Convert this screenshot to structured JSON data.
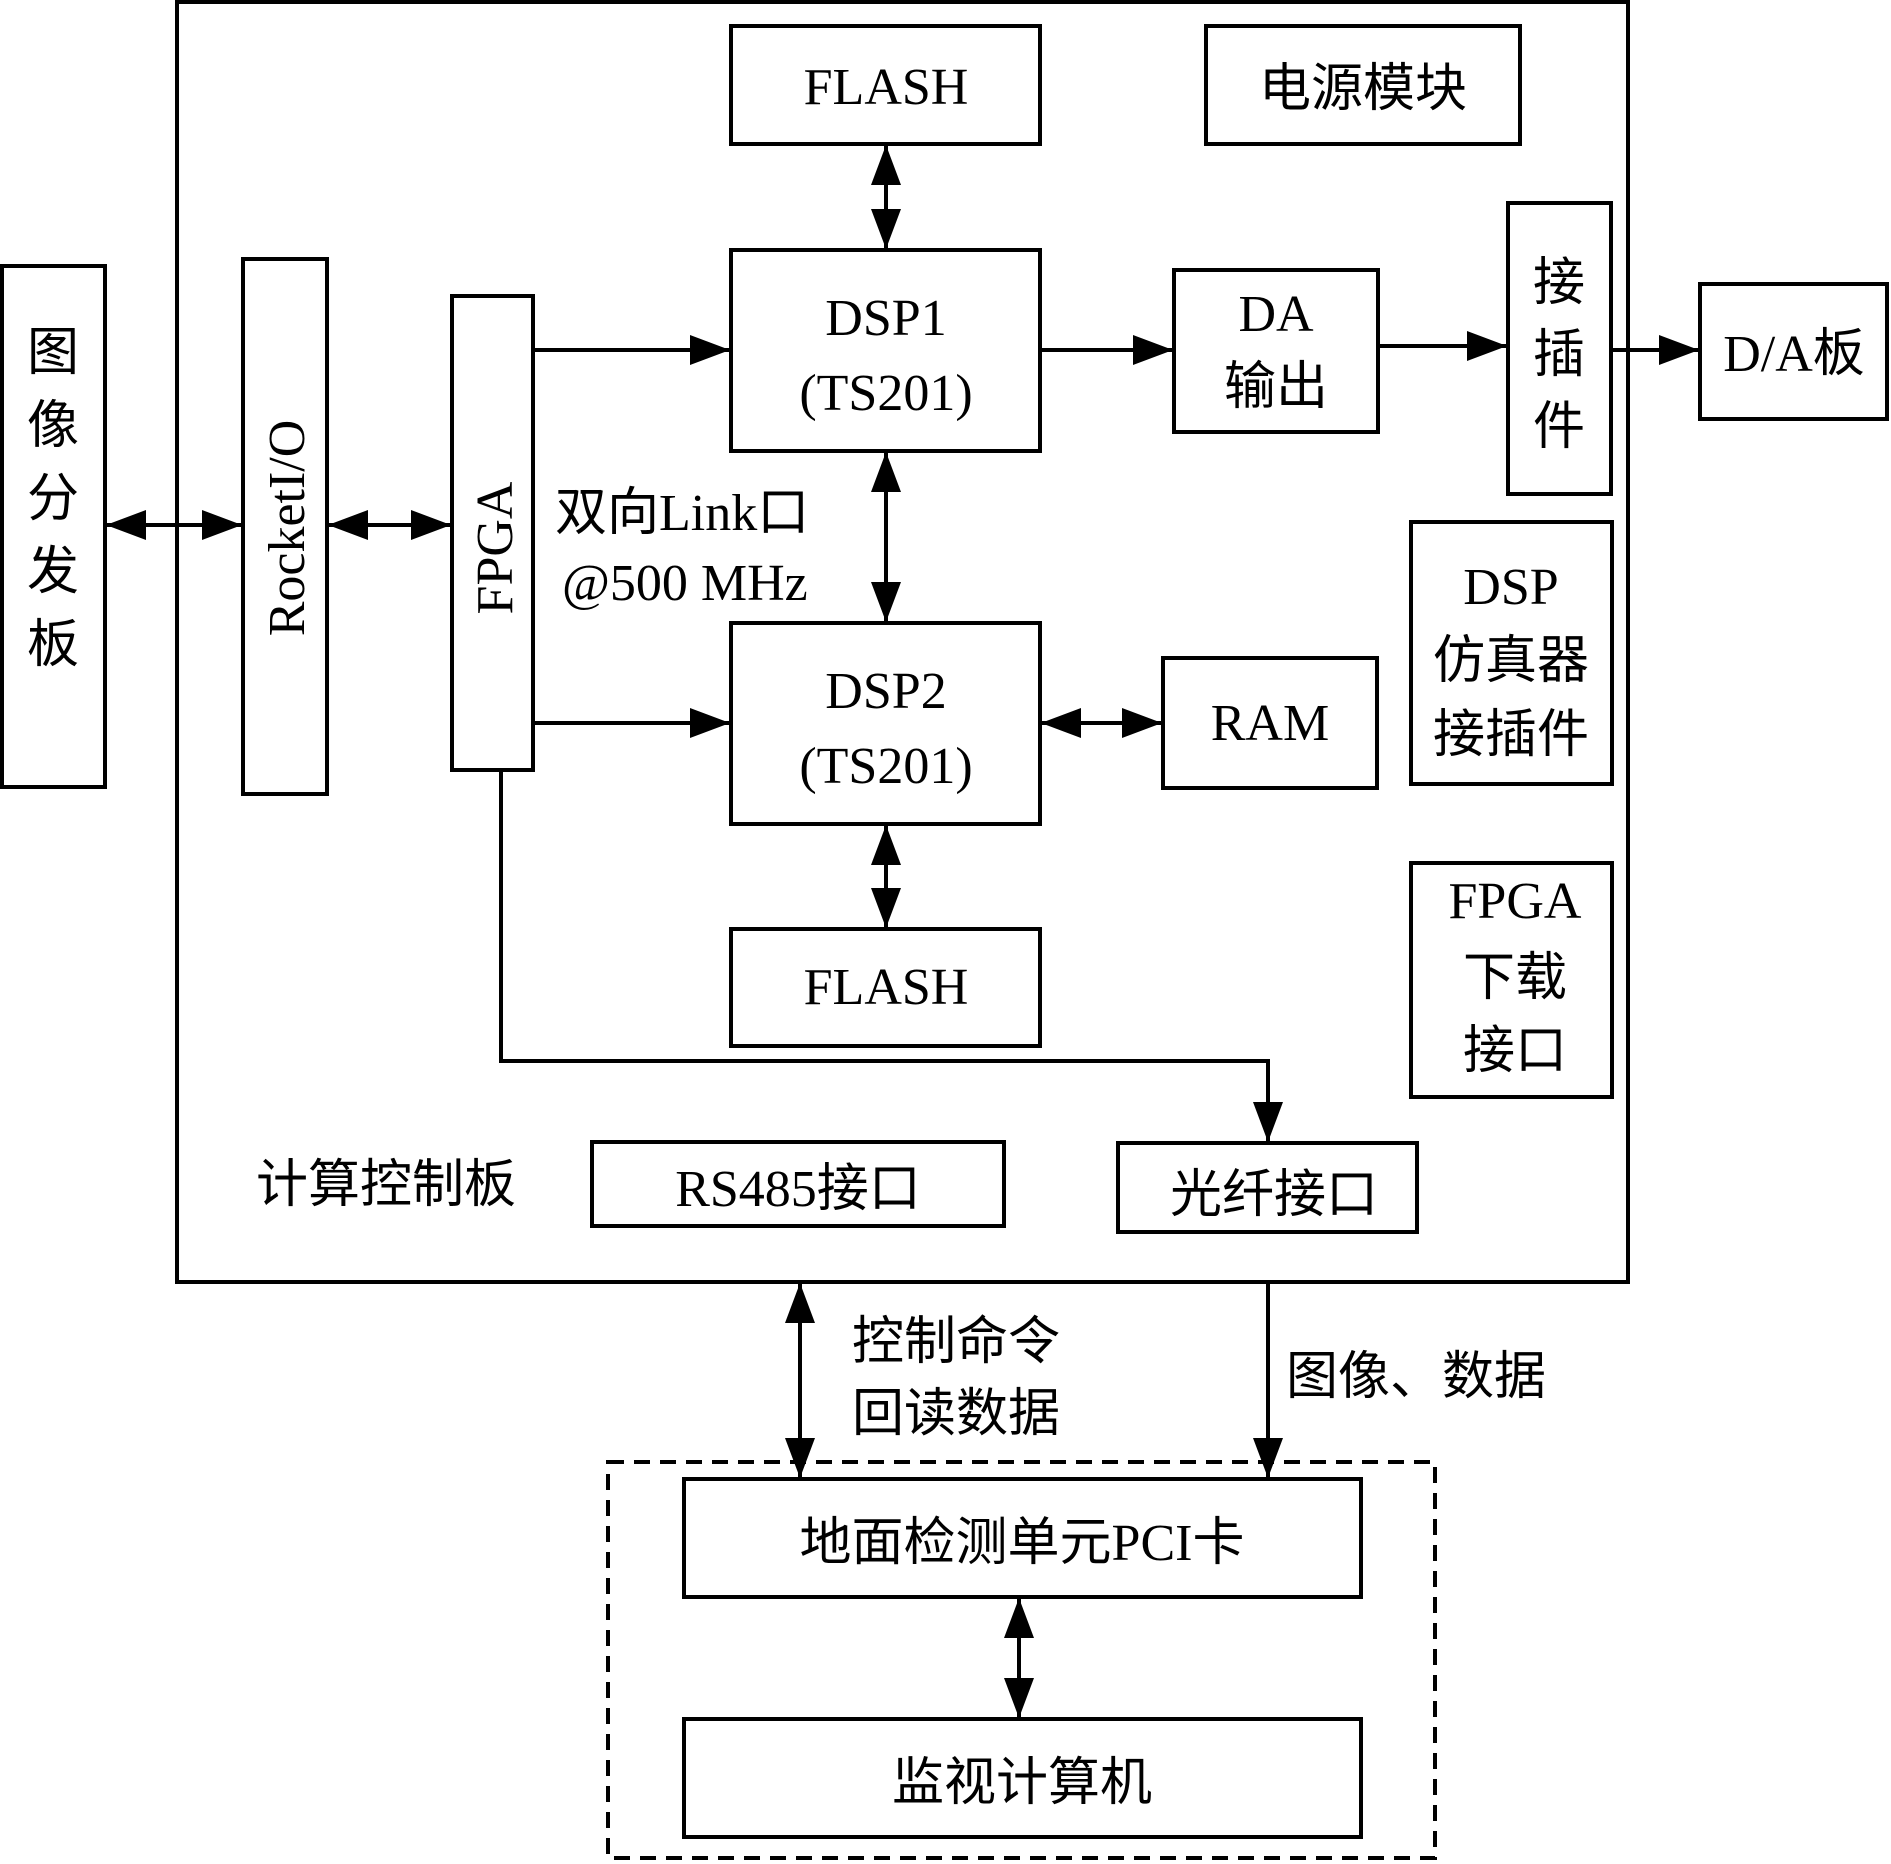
{
  "boards": {
    "image_dist": [
      "图",
      "像",
      "分",
      "发",
      "板"
    ],
    "compute_label": "计算控制板",
    "da_board": "D/A板"
  },
  "blocks": {
    "rocketio": "RocketI/O",
    "fpga": "FPGA",
    "flash_top": "FLASH",
    "flash_bottom": "FLASH",
    "power": "电源模块",
    "dsp1": [
      "DSP1",
      "(TS201)"
    ],
    "dsp2": [
      "DSP2",
      "(TS201)"
    ],
    "da_out": [
      "DA",
      "输出"
    ],
    "connector": [
      "接",
      "插",
      "件"
    ],
    "ram": "RAM",
    "dsp_emu": [
      "DSP",
      "仿真器",
      "接插件"
    ],
    "fpga_dl": [
      "FPGA",
      "下载",
      "接口"
    ],
    "rs485": "RS485接口",
    "fiber": "光纤接口"
  },
  "labels": {
    "link": [
      "双向Link口",
      "@500 MHz"
    ],
    "ctrl": [
      "控制命令",
      "回读数据"
    ],
    "imgdata": "图像、数据"
  },
  "ground": {
    "pci": "地面检测单元PCI卡",
    "monitor": "监视计算机"
  }
}
